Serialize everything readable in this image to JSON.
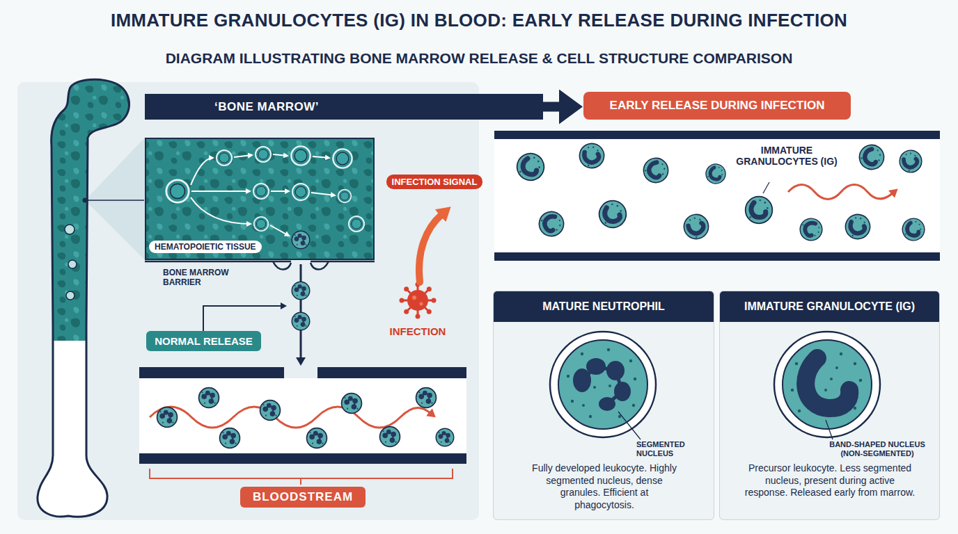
{
  "diagram": {
    "title": "IMMATURE GRANULOCYTES (IG) IN BLOOD: EARLY RELEASE DURING INFECTION",
    "nodes": [
      {
        "text": [
          "‘BONE MARROW’"
        ]
      },
      {
        "text": [
          "EARLY RELEASE DURING INFECTION"
        ]
      },
      {
        "text": [
          "HEMATOPOIETIC TISSUE"
        ]
      },
      {
        "text": [
          "NORMAL RELEASE"
        ]
      },
      {
        "text": [
          "BLOODSTREAM"
        ]
      },
      {
        "text": [
          "IMMATURE GRANULOCYTES (IG)"
        ]
      },
      {
        "text": [
          "MATURE NEUTROPHIL",
          "SEGMENTED NUCLEUS",
          "Fully developed leukocyte. Highly segmented nucleus, dense granules. Efficient at phagocytosis."
        ]
      },
      {
        "text": [
          "IMMATURE GRANULOCYTE (IG)",
          "BAND-SHAPED NUCLEUS (NON-SEGMENTED)",
          "Precursor leukocyte. Less segmented nucleus, present during active response. Released early from marrow."
        ]
      }
    ],
    "edges": [
      {
        "from": 0,
        "to": 1,
        "arrow": "to"
      },
      {
        "from": 2,
        "to": 5,
        "label": "INFECTION SIGNAL",
        "arrow": "both"
      }
    ],
    "labels": [
      "DIAGRAM ILLUSTRATING BONE MARROW RELEASE & CELL STRUCTURE COMPARISON",
      "BONE MARROW BARRIER",
      "INFECTION"
    ]
  }
}
